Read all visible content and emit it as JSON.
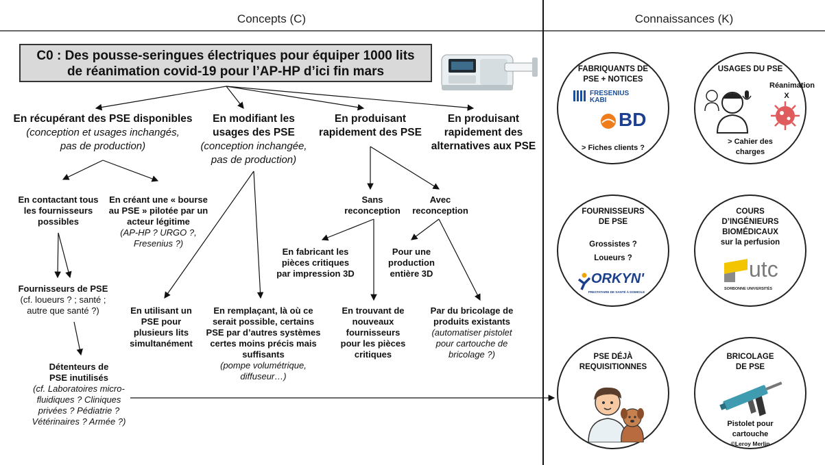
{
  "headers": {
    "concepts": "Concepts (C)",
    "knowledge": "Connaissances (K)"
  },
  "c0": {
    "line1": "C0 : Des pousse-seringues électriques pour équiper 1000 lits",
    "line2": "de réanimation covid-19 pour l’AP-HP d’ici fin mars"
  },
  "branches": {
    "recup": {
      "title": "En récupérant des PSE disponibles",
      "sub1": "(conception et usages inchangés,",
      "sub2": "pas de production)"
    },
    "modif": {
      "title1": "En modifiant les",
      "title2": "usages des PSE",
      "sub1": "(conception inchangée,",
      "sub2": "pas de production)"
    },
    "prod": {
      "title1": "En produisant",
      "title2": "rapidement des PSE"
    },
    "alt": {
      "title1": "En produisant",
      "title2": "rapidement des",
      "title3": "alternatives aux PSE"
    }
  },
  "nodes": {
    "contact": {
      "l1": "En contactant tous",
      "l2": "les fournisseurs",
      "l3": "possibles"
    },
    "bourse": {
      "l1": "En créant une « bourse",
      "l2": "au PSE » pilotée par un",
      "l3": "acteur légitime",
      "s1": "(AP-HP ? URGO ?,",
      "s2": "Fresenius ?)"
    },
    "fourn": {
      "l1": "Fournisseurs de PSE",
      "l2": "(cf. loueurs ? ; santé ;",
      "l3": "autre que santé ?)"
    },
    "detent": {
      "l1": "Détenteurs de",
      "l2": "PSE inutilisés",
      "s1": "(cf. Laboratoires micro-",
      "s2": "fluidiques ? Cliniques",
      "s3": "privées ? Pédiatrie ?",
      "s4": "Vétérinaires ? Armée ?)"
    },
    "unpse": {
      "l1": "En utilisant un",
      "l2": "PSE pour",
      "l3": "plusieurs lits",
      "l4": "simultanément"
    },
    "rempl": {
      "l1": "En remplaçant, là où ce",
      "l2": "serait possible, certains",
      "l3": "PSE par d’autres systèmes",
      "l4": "certes moins précis mais",
      "l5": "suffisants",
      "s1": "(pompe volumétrique,",
      "s2": "diffuseur…)"
    },
    "sans": {
      "l1": "Sans",
      "l2": "reconception"
    },
    "avec": {
      "l1": "Avec",
      "l2": "reconception"
    },
    "fabr": {
      "l1": "En fabricant les",
      "l2": "pièces critiques",
      "l3": "par impression 3D"
    },
    "prod3d": {
      "l1": "Pour une",
      "l2": "production",
      "l3": "entière 3D"
    },
    "trouv": {
      "l1": "En trouvant de",
      "l2": "nouveaux",
      "l3": "fournisseurs",
      "l4": "pour les pièces",
      "l5": "critiques"
    },
    "bric": {
      "l1": "Par du bricolage de",
      "l2": "produits existants",
      "s1": "(automatiser pistolet",
      "s2": "pour cartouche de",
      "s3": "bricolage ?)"
    }
  },
  "circles": {
    "fabricants": {
      "t1": "FABRIQUANTS DE",
      "t2": "PSE + NOTICES",
      "logo1a": "FRESENIUS",
      "logo1b": "KABI",
      "logo2": "BD",
      "note": "> Fiches clients ?"
    },
    "usages": {
      "t1": "USAGES DU PSE",
      "t2": "Réanimation",
      "t3": "X",
      "note1": "> Cahier des",
      "note2": "charges"
    },
    "fournisseurs": {
      "t1": "FOURNISSEURS",
      "t2": "DE PSE",
      "q1": "Grossistes ?",
      "q2": "Loueurs ?",
      "logo": "ORKYN'",
      "logo_sub": "PRESTATAIRE DE SANTÉ À DOMICILE"
    },
    "cours": {
      "t1": "COURS",
      "t2": "D’INGÉNIEURS",
      "t3": "BIOMÉDICAUX",
      "t4": "sur la perfusion",
      "logo": "utc",
      "logo_sub": "SORBONNE UNIVERSITÉS"
    },
    "requis": {
      "t1": "PSE DÉJÀ",
      "t2": "REQUISITIONNES"
    },
    "bricolage": {
      "t1": "BRICOLAGE",
      "t2": "DE PSE",
      "note1": "Pistolet pour",
      "note2": "cartouche",
      "credit": "©Leroy Merlin"
    }
  }
}
